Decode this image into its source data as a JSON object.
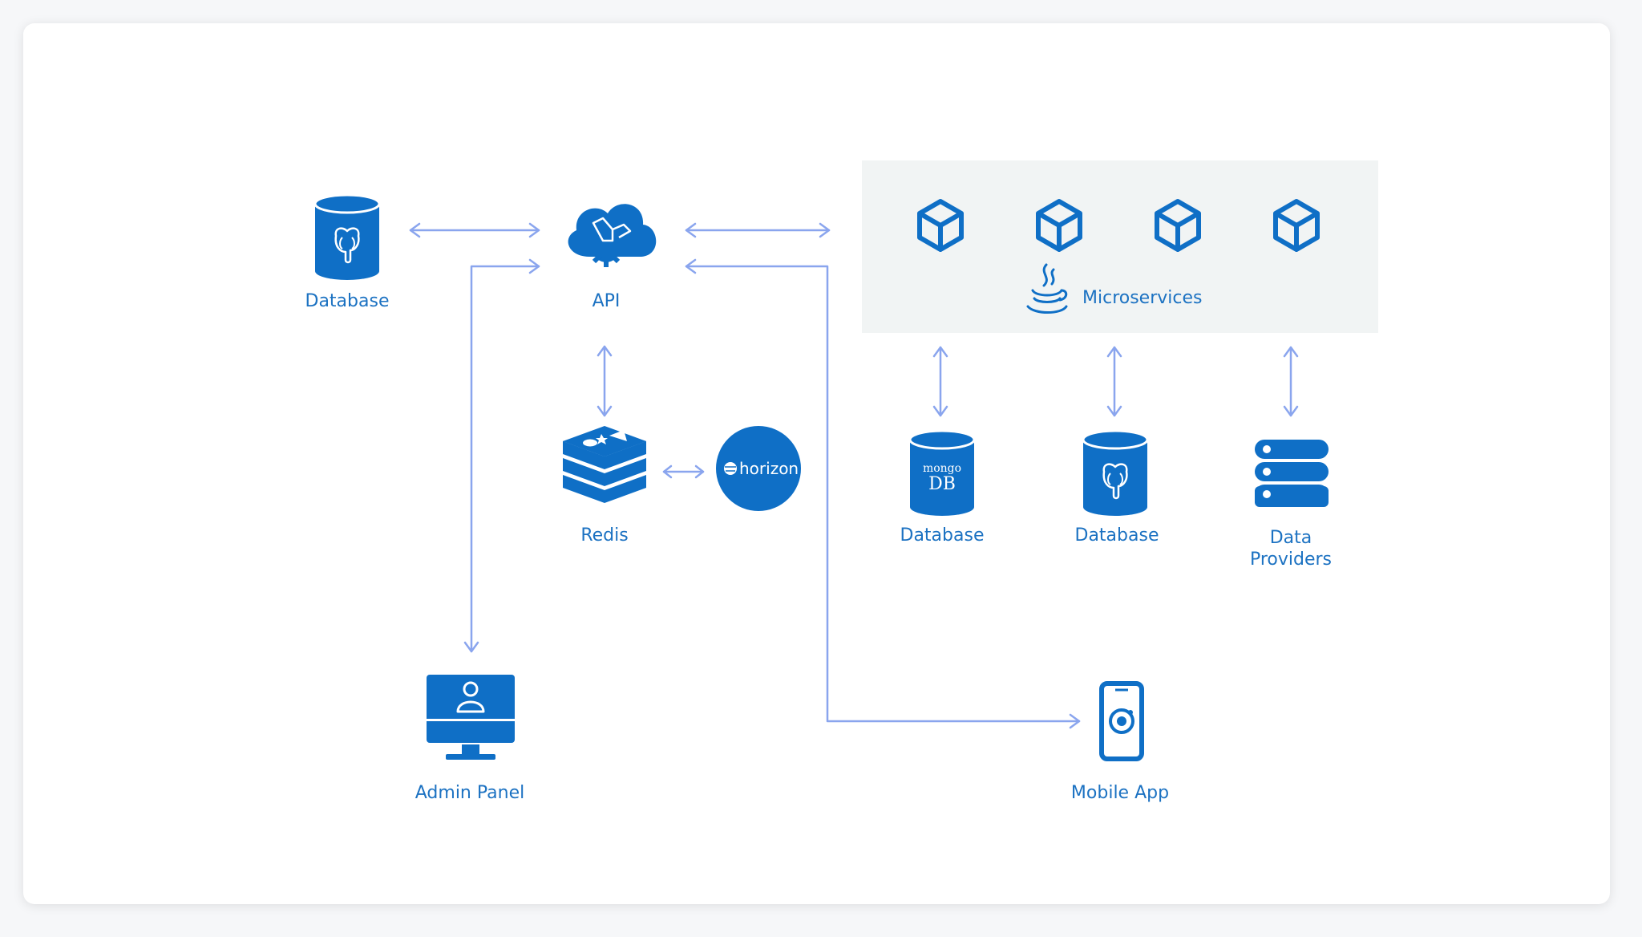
{
  "colors": {
    "primary": "#0f6fc6",
    "arrow": "#8aa5ee",
    "text": "#1c72c2",
    "panel": "#f1f4f4"
  },
  "nodes": {
    "database_pg": {
      "label": "Database",
      "icon": "postgresql-database-icon"
    },
    "api": {
      "label": "API",
      "icon": "laravel-cloud-icon"
    },
    "redis": {
      "label": "Redis",
      "icon": "redis-icon"
    },
    "horizon": {
      "text": "horizon",
      "icon": "horizon-logo-icon"
    },
    "admin_panel": {
      "label": "Admin Panel",
      "icon": "monitor-user-icon"
    },
    "mobile_app": {
      "label": "Mobile App",
      "icon": "mobile-phone-icon"
    },
    "microservices": {
      "label": "Microservices",
      "icon": "java-icon",
      "services": 4
    },
    "database_mongo": {
      "label": "Database",
      "icon": "mongodb-database-icon",
      "logo_top": "mongo",
      "logo_bottom": "DB"
    },
    "database_pg2": {
      "label": "Database",
      "icon": "postgresql-database-icon"
    },
    "data_providers": {
      "label_line1": "Data",
      "label_line2": "Providers",
      "icon": "server-stack-icon"
    }
  }
}
